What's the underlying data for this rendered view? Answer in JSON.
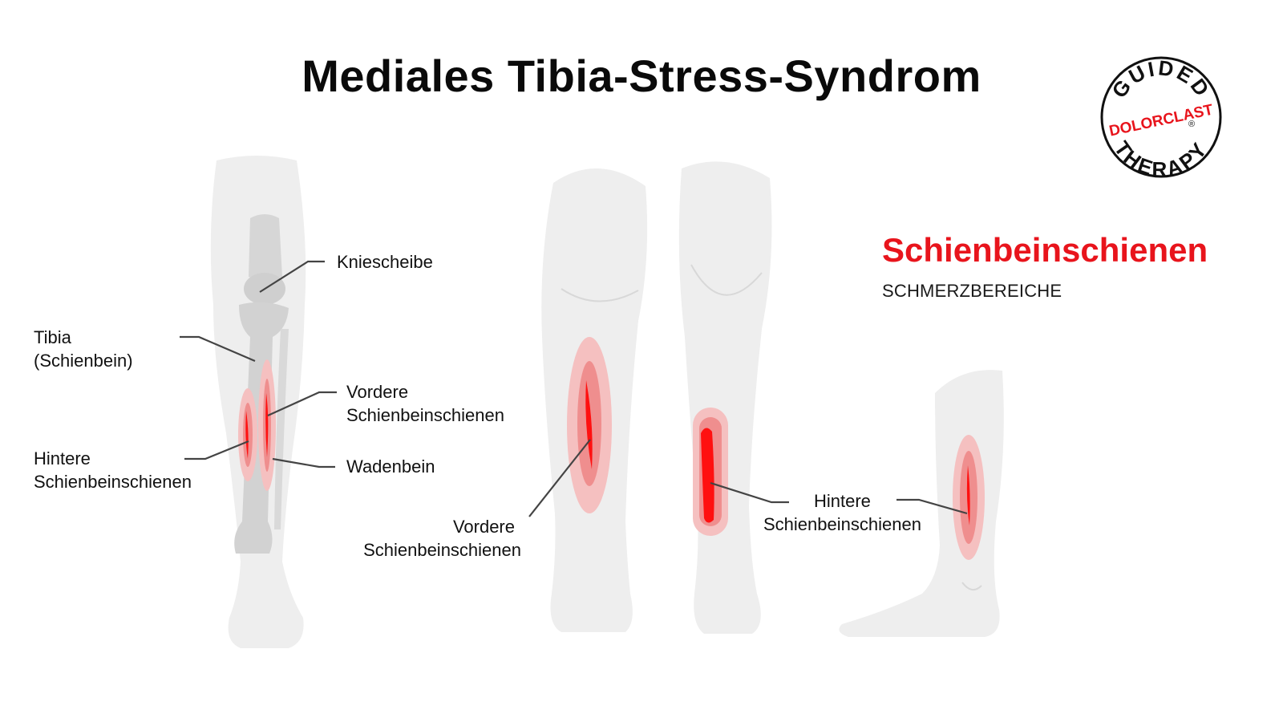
{
  "title": "Mediales Tibia-Stress-Syndrom",
  "logo": {
    "top_text": "GUIDED",
    "middle_text": "DOLORCLAST",
    "bottom_text": "THERAPY",
    "registered": "®"
  },
  "legend": {
    "heading": "Schienbeinschienen",
    "subheading": "SCHMERZBEREICHE"
  },
  "labels": {
    "kniescheibe": "Kniescheibe",
    "tibia_line1": "Tibia",
    "tibia_line2": "(Schienbein)",
    "vordere1_line1": "Vordere",
    "vordere1_line2": "Schienbeinschienen",
    "hintere1_line1": "Hintere",
    "hintere1_line2": "Schienbeinschienen",
    "wadenbein": "Wadenbein",
    "vordere2_line1": "Vordere",
    "vordere2_line2": "Schienbeinschienen",
    "hintere2_line1": "Hintere",
    "hintere2_line2": "Schienbeinschienen"
  },
  "colors": {
    "accent_red": "#e8141c",
    "skin_gray": "#ececec",
    "bone_gray": "#d4d4d4",
    "pain_outer": "#f5c0c0",
    "pain_mid": "#ef9090",
    "pain_core": "#ff0000",
    "line": "#444444"
  }
}
